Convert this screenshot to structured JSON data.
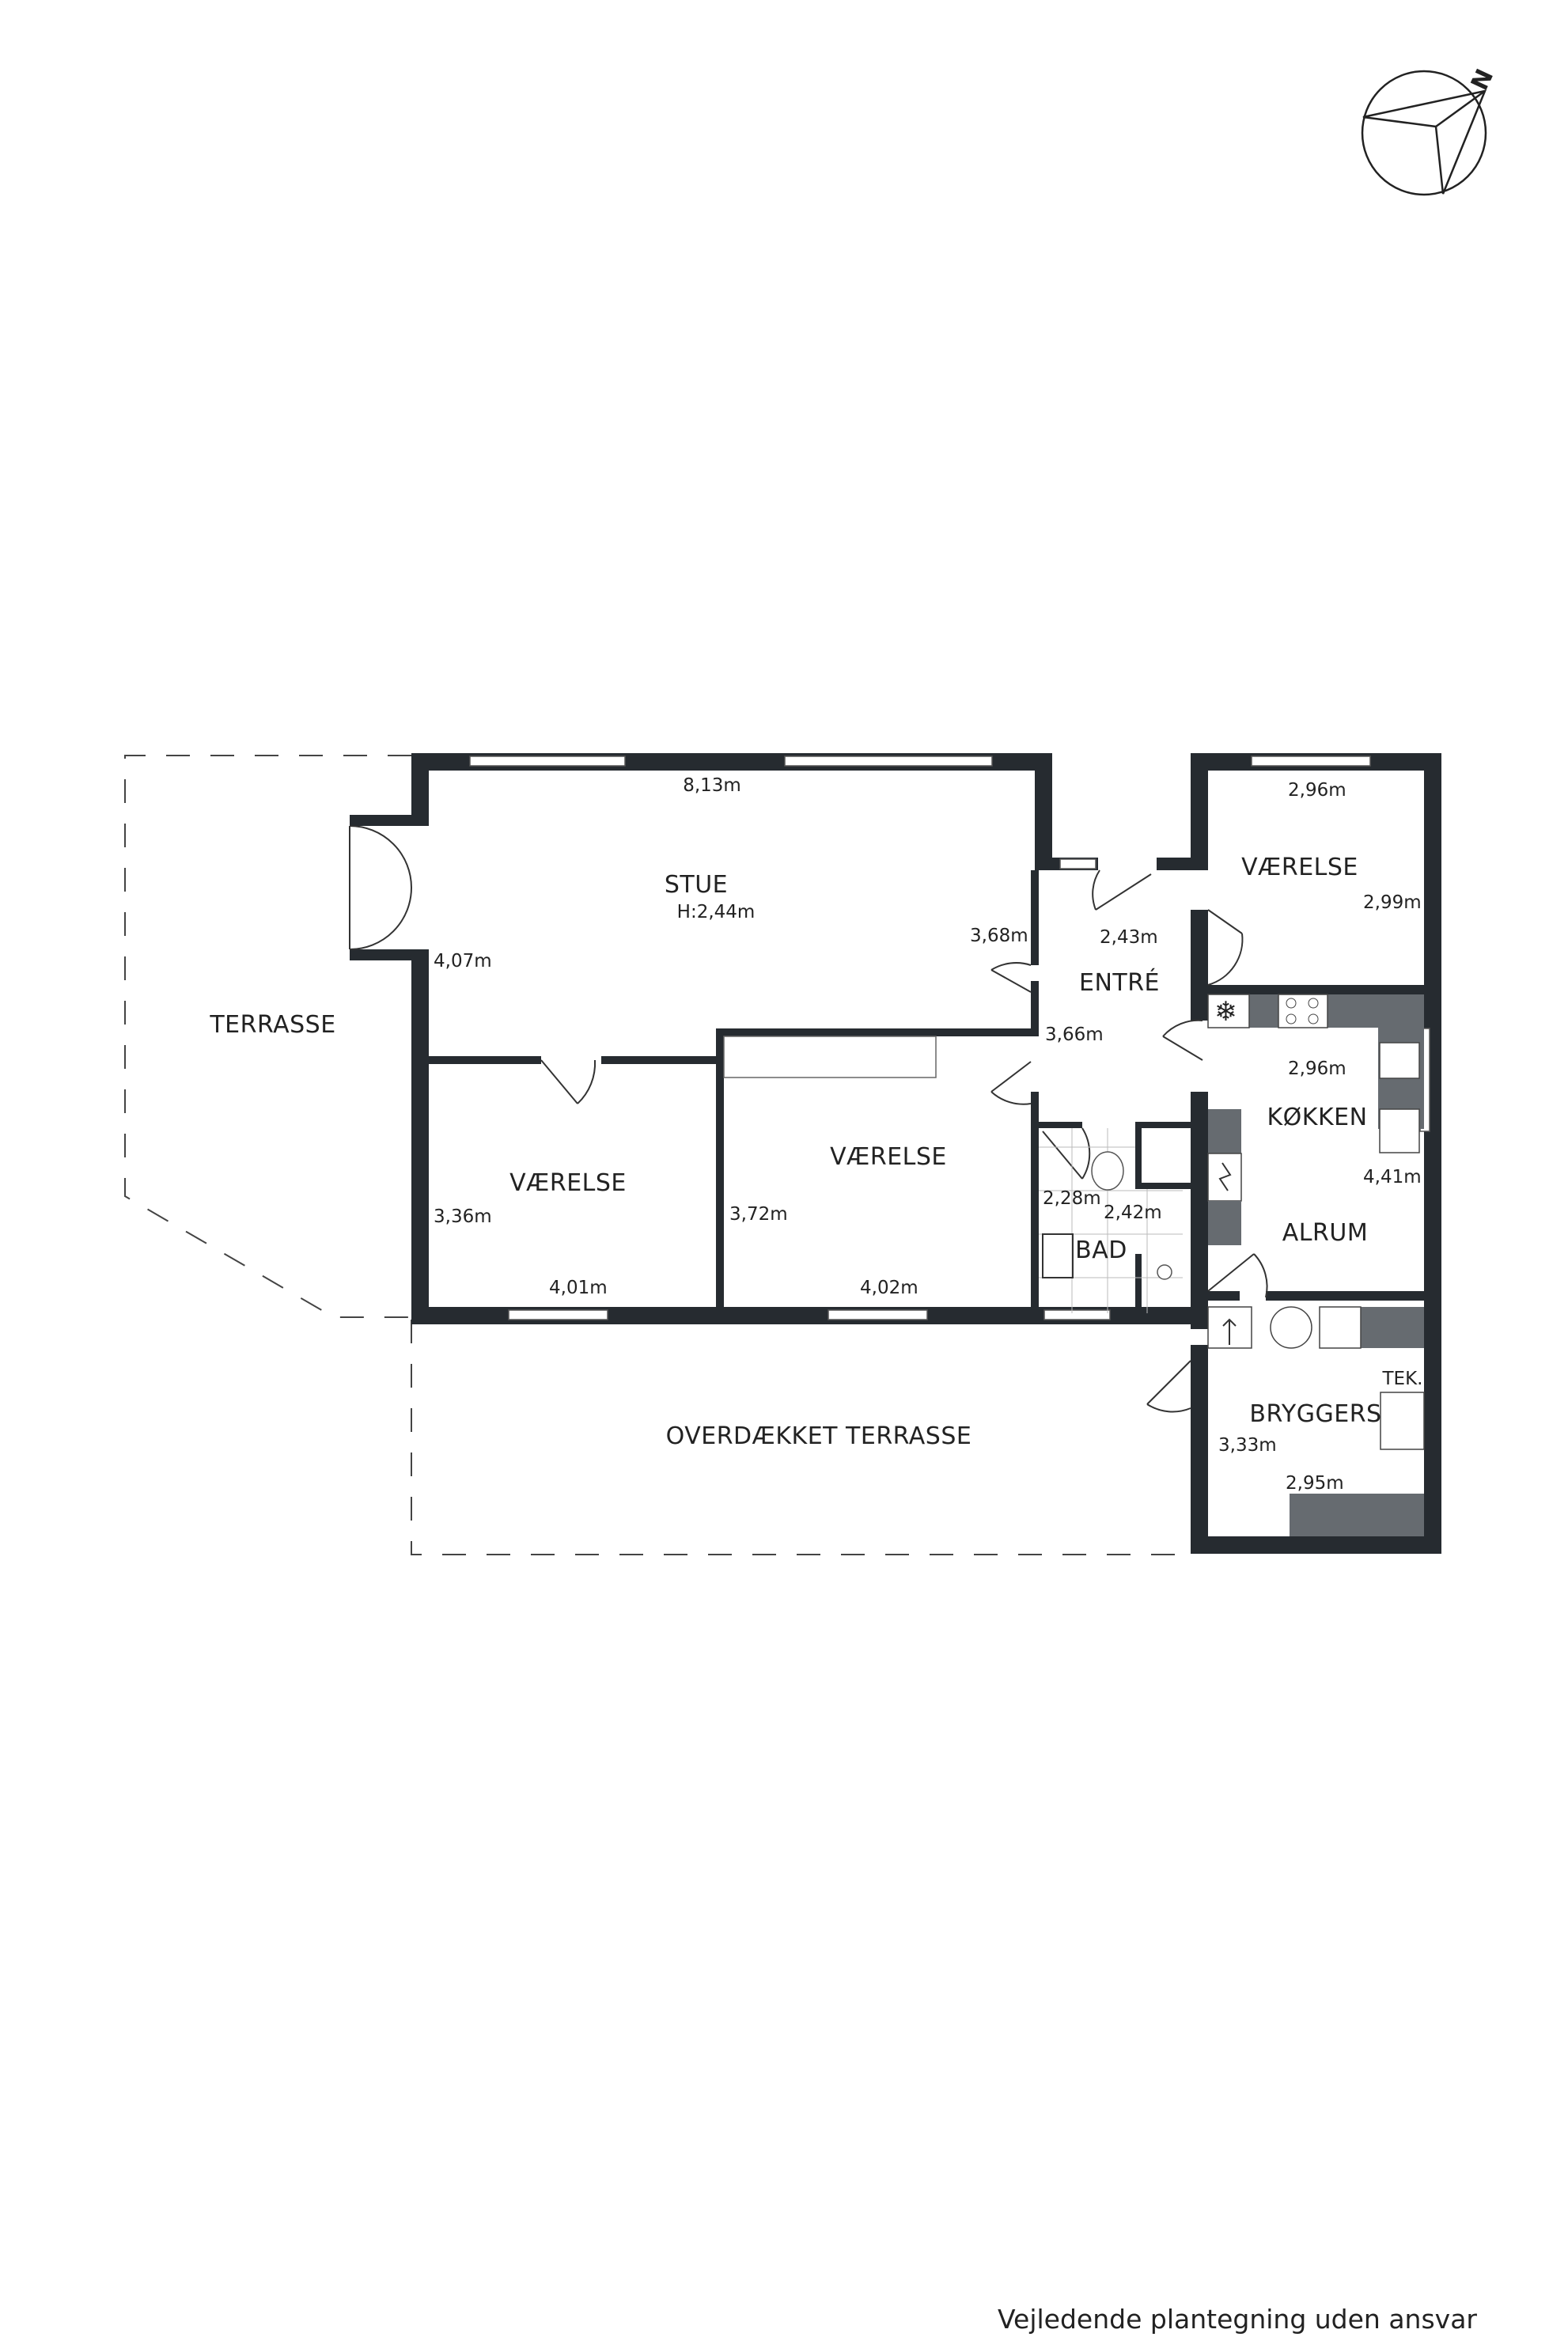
{
  "plan": {
    "rooms": {
      "stue": "STUE",
      "stue_height": "H:2,44m",
      "entre": "ENTRÉ",
      "vaerelse_ne": "VÆRELSE",
      "vaerelse_w": "VÆRELSE",
      "vaerelse_mid": "VÆRELSE",
      "kokken": "KØKKEN",
      "alrum": "ALRUM",
      "bad": "BAD",
      "bryggers": "BRYGGERS",
      "tek": "TEK.",
      "terrasse": "TERRASSE",
      "overdaekket_terrasse": "OVERDÆKKET TERRASSE"
    },
    "dimensions": {
      "stue_width": "8,13m",
      "stue_left": "4,07m",
      "stue_right": "3,68m",
      "entre_top": "2,43m",
      "entre_side": "3,66m",
      "vaerelse_ne_width": "2,96m",
      "vaerelse_ne_height": "2,99m",
      "kokken_width": "2,96m",
      "kokken_height": "4,41m",
      "vaerelse_w_height": "3,36m",
      "vaerelse_w_width": "4,01m",
      "vaerelse_mid_height": "3,72m",
      "vaerelse_mid_width": "4,02m",
      "bad_width": "2,28m",
      "bad_height": "2,42m",
      "bryggers_height": "3,33m",
      "bryggers_width": "2,95m"
    },
    "compass_label": "N",
    "disclaimer": "Vejledende plantegning uden ansvar"
  }
}
